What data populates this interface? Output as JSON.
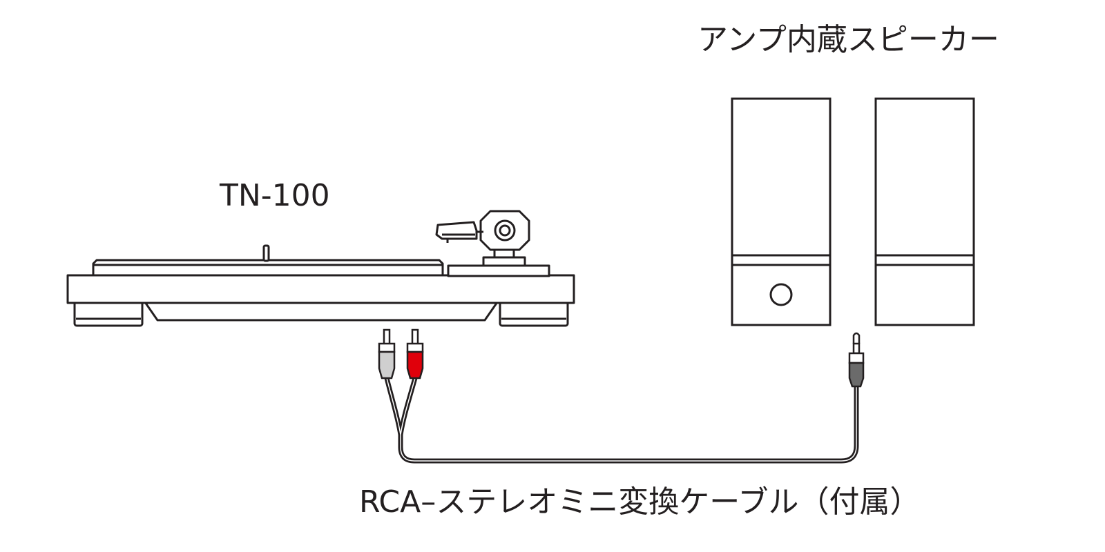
{
  "labels": {
    "speakers": "アンプ内蔵スピーカー",
    "turntable": "TN-100",
    "cable": "RCA–ステレオミニ変換ケーブル（付属）"
  },
  "colors": {
    "line": "#231f20",
    "background": "#ffffff",
    "plug_white": "#cfcfcf",
    "plug_red": "#e0000b",
    "plug_grey": "#6b6b6b"
  },
  "icons": {
    "turntable": "turntable-icon",
    "speaker_left": "speaker-icon",
    "speaker_right": "speaker-icon",
    "rca_plug_white": "rca-plug-icon",
    "rca_plug_red": "rca-plug-icon",
    "mini_plug": "stereo-mini-plug-icon"
  }
}
